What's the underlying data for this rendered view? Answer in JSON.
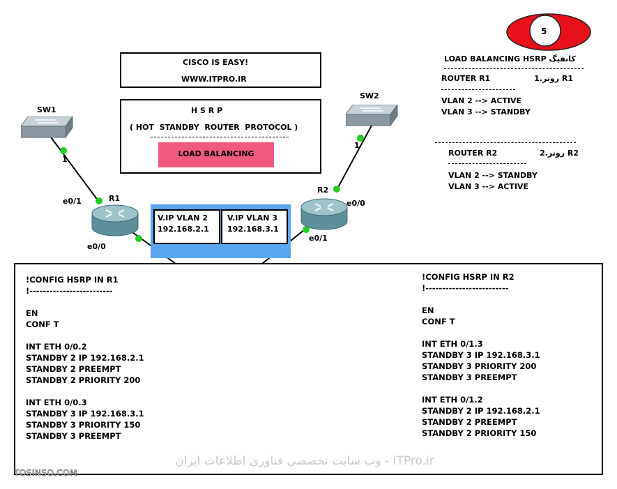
{
  "badge": "5",
  "top_box": {
    "line1": "CISCO IS EASY!",
    "line2": "WWW.ITPRO.IR"
  },
  "hsrp_box": {
    "title": "H S R P",
    "subtitle": "( HOT  STANDBY  ROUTER  PROTOCOL )",
    "button": "LOAD BALANCING"
  },
  "devices": {
    "sw1": "SW1",
    "sw2": "SW2",
    "r1": "R1",
    "r2": "R2",
    "sw1_port": "1",
    "sw2_port": "1",
    "r1_e01": "e0/1",
    "r1_e00": "e0/0",
    "r2_e00": "e0/0",
    "r2_e01": "e0/1"
  },
  "vip": {
    "v2_title": "V.IP VLAN 2",
    "v2_ip": "192.168.2.1",
    "v3_title": "V.IP VLAN 3",
    "v3_ip": "192.168.3.1"
  },
  "right_notes": {
    "title": "LOAD BALANCING HSRP کانفیگ",
    "r1_label": "ROUTER R1",
    "r1_fa": "R1 روتر.1",
    "r1_lines": [
      "VLAN 2 --> ACTIVE",
      "VLAN 3 --> STANDBY"
    ],
    "r2_label": "ROUTER R2",
    "r2_fa": "R2 روتر.2",
    "r2_lines": [
      "VLAN 2 --> STANDBY",
      "VLAN 3 --> ACTIVE"
    ]
  },
  "config_r1": [
    "!CONFIG HSRP IN R1",
    "!-------------------------",
    "",
    "EN",
    "CONF T",
    "",
    "INT ETH 0/0.2",
    "STANDBY 2 IP 192.168.2.1",
    "STANDBY 2 PREEMPT",
    "STANDBY 2 PRIORITY 200",
    "",
    "INT ETH 0/0.3",
    "STANDBY 3 IP 192.168.3.1",
    "STANDBY 3 PRIORITY 150",
    "STANDBY 3 PREEMPT"
  ],
  "config_r2": [
    "!CONFIG HSRP IN R2",
    "!-------------------------",
    "",
    "EN",
    "CONF T",
    "",
    "INT ETH 0/1.3",
    "STANDBY 3 IP 192.168.3.1",
    "STANDBY 3 PRIORITY 200",
    "STANDBY 3 PREEMPT",
    "",
    "INT ETH 0/1.2",
    "STANDBY 2 IP 192.168.2.1",
    "STANDBY 2 PREEMPT",
    "STANDBY 2 PRIORITY 150"
  ],
  "watermark_fa": "ITPro.ir - وب سایت تخصصی فناوری اطلاعات ایران",
  "watermark_left": "TOSINSO.COM",
  "colors": {
    "badge_red": "#e8101a",
    "button_pink": "#f05a7e",
    "vip_blue": "#5aa6f0",
    "link_green": "#22cc22"
  }
}
